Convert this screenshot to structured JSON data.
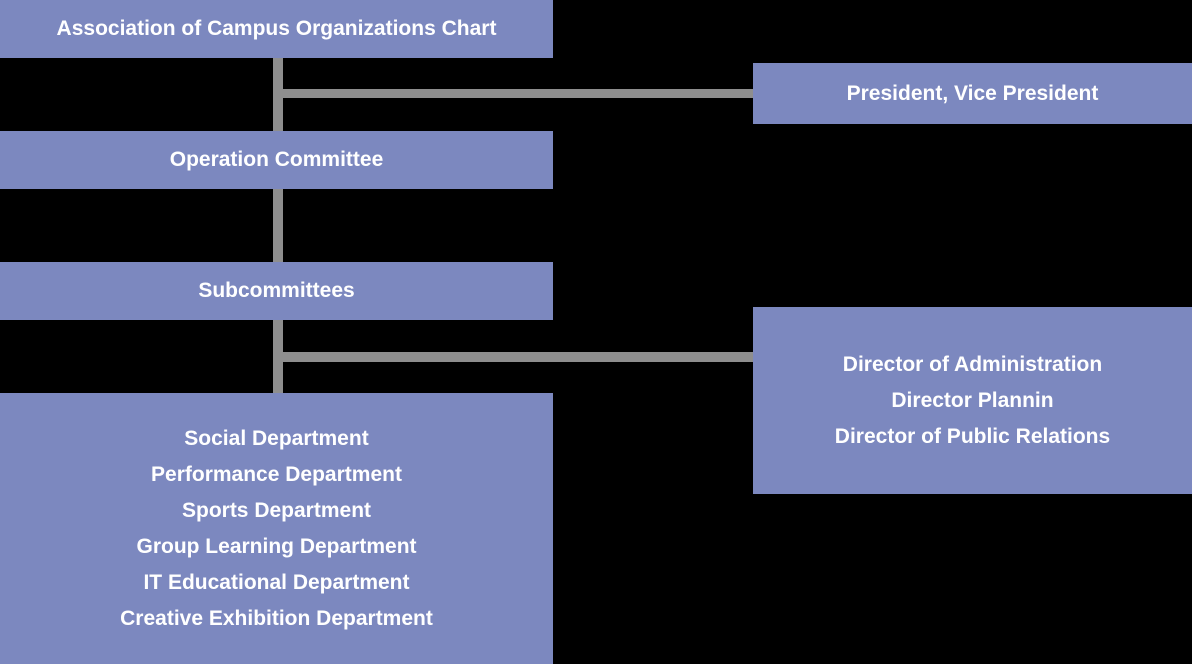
{
  "theme": {
    "background": "#000000",
    "box-bg": "#7c88bf",
    "connector": "#8e8e8e",
    "text": "#ffffff"
  },
  "chart": {
    "title": {
      "label": "Association of Campus Organizations Chart"
    },
    "president": {
      "label": "President, Vice President"
    },
    "operation_committee": {
      "label": "Operation Committee"
    },
    "subcommittees": {
      "label": "Subcommittees"
    },
    "departments": {
      "lines": [
        "Social Department",
        "Performance Department",
        "Sports Department",
        "Group Learning Department",
        "IT Educational Department",
        "Creative Exhibition Department"
      ]
    },
    "directors": {
      "lines": [
        "Director of Administration",
        "Director Plannin",
        "Director of Public Relations"
      ]
    }
  }
}
